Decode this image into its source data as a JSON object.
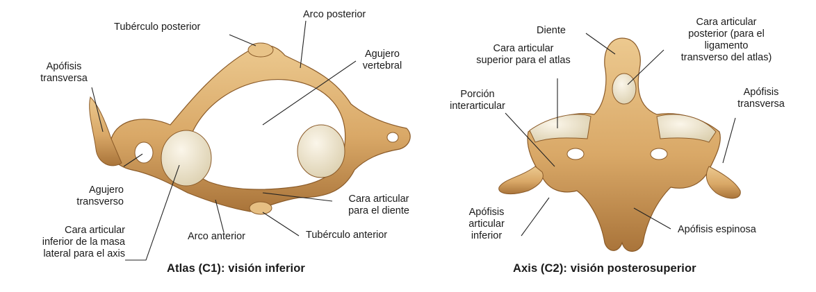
{
  "atlas": {
    "caption": "Atlas (C1): visión inferior",
    "labels": {
      "tuberculo_posterior": "Tubérculo posterior",
      "arco_posterior": "Arco posterior",
      "apofisis_transversa": "Apófisis\ntransversa",
      "agujero_vertebral": "Agujero\nvertebral",
      "agujero_transverso": "Agujero\ntransverso",
      "cara_articular_diente": "Cara articular\npara el diente",
      "cara_articular_inferior": "Cara articular\ninferior de la masa\nlateral para el axis",
      "arco_anterior": "Arco anterior",
      "tuberculo_anterior": "Tubérculo anterior"
    }
  },
  "axis": {
    "caption": "Axis (C2): visión posterosuperior",
    "labels": {
      "diente": "Diente",
      "cara_articular_posterior": "Cara articular\nposterior (para el\nligamento\ntransverso del atlas)",
      "cara_articular_superior": "Cara articular\nsuperior para el atlas",
      "porcion_interarticular": "Porción\ninterarticular",
      "apofisis_transversa": "Apófisis\ntransversa",
      "apofisis_articular_inferior": "Apófisis\narticular\ninferior",
      "apofisis_espinosa": "Apófisis espinosa"
    }
  },
  "colors": {
    "bone": "#d9a867",
    "bone_light": "#ecc98f",
    "bone_dark": "#a9743a",
    "cartilage": "#efe6cf",
    "leader": "#222222"
  }
}
